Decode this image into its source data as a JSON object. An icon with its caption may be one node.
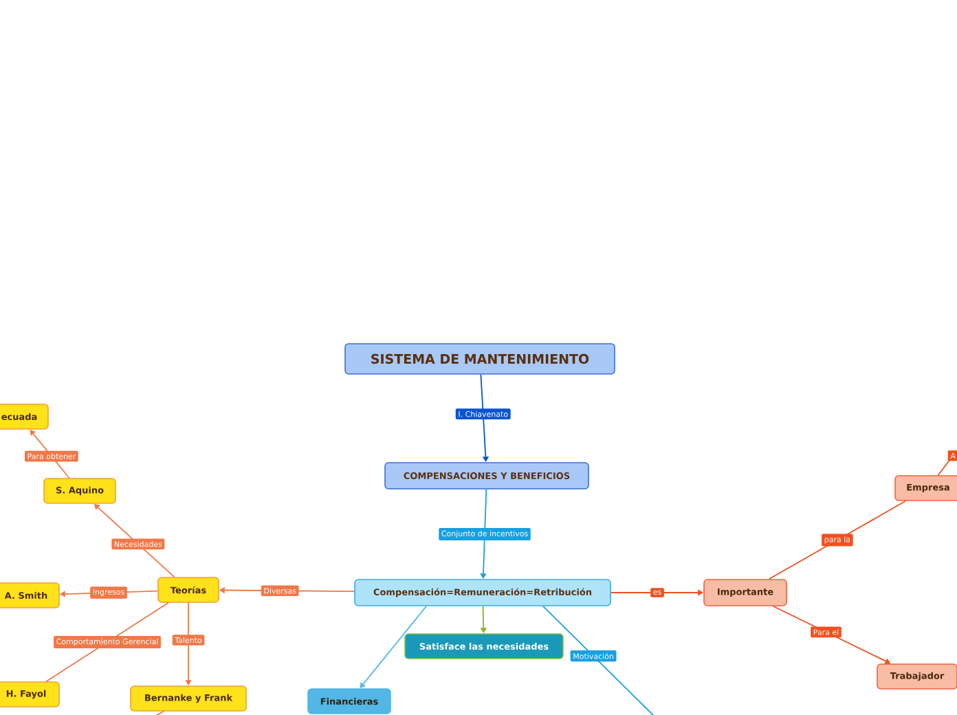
{
  "diagram": {
    "nodes": [
      {
        "text": [
          "SISTEMA DE MANTENIMIENTO"
        ]
      },
      {
        "text": [
          "COMPENSACIONES Y BENEFICIOS"
        ]
      },
      {
        "text": [
          "Compensación=Remuneración=Retribución"
        ]
      },
      {
        "text": [
          "Satisface las necesidades"
        ]
      },
      {
        "text": [
          "Financieras"
        ]
      },
      {
        "text": [
          "Teorías"
        ]
      },
      {
        "text": [
          "S. Aquino"
        ]
      },
      {
        "text": [
          "ecuada"
        ]
      },
      {
        "text": [
          "A. Smith"
        ]
      },
      {
        "text": [
          "H. Fayol"
        ]
      },
      {
        "text": [
          "Bernanke y Frank"
        ]
      },
      {
        "text": [
          "Importante"
        ]
      },
      {
        "text": [
          "Empresa"
        ]
      },
      {
        "text": [
          "Trabajador"
        ]
      }
    ],
    "edges": [
      {
        "from": 0,
        "to": 1,
        "arrow": "to",
        "label": "I. Chiavenato",
        "color": "#0a55d0"
      },
      {
        "from": 1,
        "to": 2,
        "arrow": "to",
        "label": "Conjunto de incentivos",
        "color": "#18a0e0"
      },
      {
        "from": 2,
        "to": 3,
        "arrow": "to",
        "color": "#84b81c"
      },
      {
        "from": 2,
        "to": 4,
        "arrow": "to",
        "color": "#5ab8e8"
      },
      {
        "from": 2,
        "to": null,
        "arrow": "none",
        "label": "Motivación",
        "color": "#18a0e0"
      },
      {
        "from": 2,
        "to": 5,
        "arrow": "to",
        "label": "Diversas"
      },
      {
        "from": 5,
        "to": 6,
        "arrow": "to",
        "label": "Necesidades"
      },
      {
        "from": 6,
        "to": 7,
        "arrow": "to",
        "label": "Para obtener"
      },
      {
        "from": 5,
        "to": 8,
        "arrow": "to",
        "label": "Ingresos"
      },
      {
        "from": 5,
        "to": 9,
        "arrow": "none",
        "label": "Comportamiento Gerencial"
      },
      {
        "from": 5,
        "to": 10,
        "arrow": "to",
        "label": "Talento"
      },
      {
        "from": 10,
        "to": null,
        "arrow": "none"
      },
      {
        "from": 2,
        "to": 11,
        "arrow": "to",
        "label": "es",
        "color": "#f05020"
      },
      {
        "from": 11,
        "to": 12,
        "arrow": "none",
        "label": "para la",
        "color": "#f05020"
      },
      {
        "from": 11,
        "to": 13,
        "arrow": "to",
        "label": "Para el",
        "color": "#f05020"
      },
      {
        "from": 12,
        "to": null,
        "arrow": "none",
        "label": "A",
        "color": "#f05020"
      }
    ]
  }
}
